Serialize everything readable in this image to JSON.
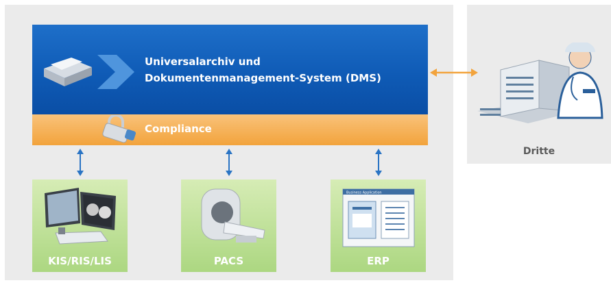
{
  "dms": {
    "title_line1": "Universalarchiv und",
    "title_line2": "Dokumentenmanagement-System (DMS)",
    "compliance": "Compliance"
  },
  "systems": [
    {
      "label": "KIS/RIS/LIS",
      "icon": "workstation-icon"
    },
    {
      "label": "PACS",
      "icon": "ct-scanner-icon"
    },
    {
      "label": "ERP",
      "icon": "business-application-icon"
    }
  ],
  "erp_window_title": "Business Application",
  "third_party": {
    "label": "Dritte",
    "icon": "hospital-doctor-icon"
  },
  "colors": {
    "panel_bg": "#ebebeb",
    "dms_blue": "#0f5bb6",
    "compliance_orange": "#f2a33c",
    "system_green": "#acd781",
    "arrow_blue": "#2a74c4",
    "arrow_orange": "#f2a33c"
  }
}
